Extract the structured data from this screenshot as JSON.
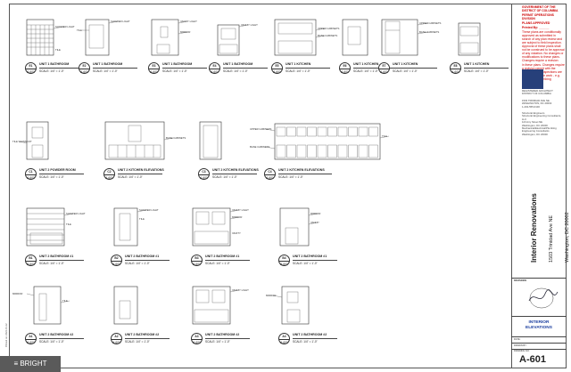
{
  "government_stamp": {
    "lines": [
      "GOVERNMENT OF THE DISTRICT OF COLUMBIA",
      "PERMIT OPERATIONS DIVISION",
      "PLANS APPROVED",
      "Printed By: ______",
      "These plans are conditionally approved as submitted in search of any plan review and are subject to field inspection. Approval of these plans shall not be construed to be approval of any violation. No changes or modifications to these plans. Changes require a revision",
      "in these plans. Changes require a revision permit with the revised plans. Inspections are required for trade work - e.g. Electrical or Plumbing"
    ]
  },
  "firm": {
    "info_a": [
      "REGISTERED ARCHITECT",
      "DISTRICT OF COLUMBIA"
    ],
    "info_b": [
      "1503 TRINIDAD AVE NE",
      "WASHINGTON, DC 20002",
      "1-202-555-0100"
    ],
    "info_c": [
      "Structural Engineers",
      "Structural Engineering Consultants, LLC",
      "123 Any Street NE",
      "Washington, DC 20000"
    ],
    "info_d": [
      "Mechanical/Electrical/Plumbing",
      "Engineering Consultants",
      "Washington, DC 20000"
    ]
  },
  "project": {
    "name": "Interior Renovations",
    "address_line1": "1503 Trinidad Ave NE",
    "address_line2": "Washington, DC 20002"
  },
  "revisions_label": "REVISIONS",
  "sheet": {
    "title_line1": "INTERIOR",
    "title_line2": "ELEVATIONS",
    "date_label": "DATE:",
    "date_value": "",
    "drawn_label": "DRAWN BY:",
    "drawing_no_label": "DRAWING NO:",
    "number": "A-601"
  },
  "side_stamp": "Printed on: 2022-01-12",
  "watermark": "≡ BRIGHT",
  "views": [
    {
      "num": "E1",
      "sheet": "A-601",
      "title": "UNIT 1 BATHROOM",
      "scale": "SCALE: 1/4\" = 1'-0\""
    },
    {
      "num": "E2",
      "sheet": "A-601",
      "title": "UNIT 1 BATHROOM",
      "scale": "SCALE: 1/4\" = 1'-0\""
    },
    {
      "num": "E3",
      "sheet": "A-601",
      "title": "UNIT 1 BATHROOM",
      "scale": "SCALE: 1/4\" = 1'-0\""
    },
    {
      "num": "E4",
      "sheet": "A-601",
      "title": "UNIT 1 BATHROOM",
      "scale": "SCALE: 1/4\" = 1'-0\""
    },
    {
      "num": "E5",
      "sheet": "A-601",
      "title": "UNIT 1 KITCHEN",
      "scale": "SCALE: 1/4\" = 1'-0\""
    },
    {
      "num": "E6",
      "sheet": "A-601",
      "title": "UNIT 1 KITCHEN",
      "scale": "SCALE: 1/4\" = 1'-0\""
    },
    {
      "num": "E7",
      "sheet": "A-601",
      "title": "UNIT 1 KITCHEN",
      "scale": "SCALE: 1/4\" = 1'-0\""
    },
    {
      "num": "E8",
      "sheet": "A-601",
      "title": "UNIT 1 KITCHEN",
      "scale": "SCALE: 1/4\" = 1'-0\""
    },
    {
      "num": "C1",
      "sheet": "A-601",
      "title": "UNIT 2 POWDER ROOM",
      "scale": "SCALE: 1/4\" = 1'-0\""
    },
    {
      "num": "C2",
      "sheet": "A-601",
      "title": "UNIT 2 KITCHEN ELEVATIONS",
      "scale": "SCALE: 1/4\" = 1'-0\""
    },
    {
      "num": "C3",
      "sheet": "A-601",
      "title": "UNIT 2 KITCHEN ELEVATIONS",
      "scale": "SCALE: 1/4\" = 1'-0\""
    },
    {
      "num": "C4",
      "sheet": "A-601",
      "title": "UNIT 2 KITCHEN ELEVATIONS",
      "scale": "SCALE: 1/4\" = 1'-0\""
    },
    {
      "num": "B1",
      "sheet": "A-601",
      "title": "UNIT 2 BATHROOM #1",
      "scale": "SCALE: 1/4\" = 1'-0\""
    },
    {
      "num": "B2",
      "sheet": "A-601",
      "title": "UNIT 2 BATHROOM #1",
      "scale": "SCALE: 1/4\" = 1'-0\""
    },
    {
      "num": "B3",
      "sheet": "A-601",
      "title": "UNIT 2 BATHROOM #1",
      "scale": "SCALE: 1/4\" = 1'-0\""
    },
    {
      "num": "B4",
      "sheet": "A-601",
      "title": "UNIT 2 BATHROOM #1",
      "scale": "SCALE: 1/4\" = 1'-0\""
    },
    {
      "num": "A1",
      "sheet": "A-601",
      "title": "UNIT 2 BATHROOM #2",
      "scale": "SCALE: 1/4\" = 1'-0\""
    },
    {
      "num": "A2",
      "sheet": "A-601",
      "title": "UNIT 2 BATHROOM #2",
      "scale": "SCALE: 1/4\" = 1'-0\""
    },
    {
      "num": "A3",
      "sheet": "A-601",
      "title": "UNIT 2 BATHROOM #2",
      "scale": "SCALE: 1/4\" = 1'-0\""
    },
    {
      "num": "A4",
      "sheet": "A-601",
      "title": "UNIT 2 BATHROOM #2",
      "scale": "SCALE: 1/4\" = 1'-0\""
    }
  ],
  "notes": {
    "shower_light": "SHOWER LIGHT",
    "tile": "TILE",
    "tile_wainscot": "TILE WAINSCOT",
    "mirror": "MIRROR",
    "vanity": "VANITY",
    "vanity_light": "VANITY LIGHT",
    "upper_cabinets": "UPPER CABINETS",
    "base_cabinets": "BASE CABINETS"
  }
}
